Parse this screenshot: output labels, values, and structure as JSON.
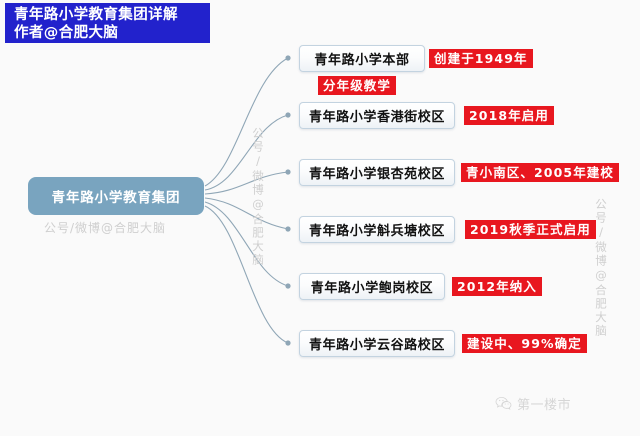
{
  "title_banner": {
    "line1": "青年路小学教育集团详解",
    "line2": "作者@合肥大脑",
    "background_color": "#2222cc",
    "text_color": "#ffffff"
  },
  "diagram": {
    "type": "mind-map",
    "root": {
      "label": "青年路小学教育集团",
      "color": "#79a4bf",
      "text_color": "#ffffff"
    },
    "node_style": {
      "border_color": "#c3d3e0",
      "fill_color": "#ffffff",
      "text_color": "#111111"
    },
    "badge_style": {
      "background_color": "#e8171f",
      "text_color": "#ffffff"
    },
    "connector_color": "#8fa6b6",
    "children": [
      {
        "label": "青年路小学本部",
        "badges": [
          "创建于1949年",
          "分年级教学"
        ]
      },
      {
        "label": "青年路小学香港街校区",
        "badges": [
          "2018年启用"
        ]
      },
      {
        "label": "青年路小学银杏苑校区",
        "badges": [
          "青小南区、2005年建校"
        ]
      },
      {
        "label": "青年路小学斛兵塘校区",
        "badges": [
          "2019秋季正式启用"
        ]
      },
      {
        "label": "青年路小学鲍岗校区",
        "badges": [
          "2012年纳入"
        ]
      },
      {
        "label": "青年路小学云谷路校区",
        "badges": [
          "建设中、99%确定"
        ]
      }
    ]
  },
  "watermarks": {
    "under_root": "公号/微博@合肥大脑",
    "center_vertical": "公号/微博@合肥大脑",
    "right_vertical": "公号/微博@合肥大脑",
    "color": "#cfcfcf"
  },
  "brand": {
    "name": "第一楼市",
    "icon": "wechat-icon",
    "color": "#d6d6d6"
  },
  "background_color": "#fafafa"
}
